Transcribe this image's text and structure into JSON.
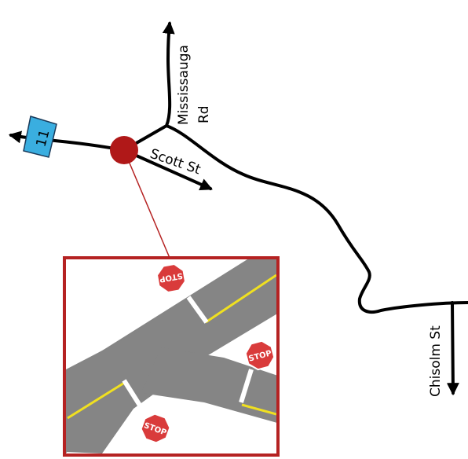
{
  "map": {
    "route_shield": {
      "number": "11",
      "color": "#3aaee0"
    },
    "marker_color": "#b01818",
    "roads": {
      "mississauga_line1": "Mississauga",
      "mississauga_line2": "Rd",
      "scott": "Scott St",
      "chisolm": "Chisolm St"
    },
    "inset": {
      "border_color": "#b52222",
      "road_color": "#858585",
      "centerline_color": "#f0e020",
      "stop_label": "STOP"
    }
  }
}
